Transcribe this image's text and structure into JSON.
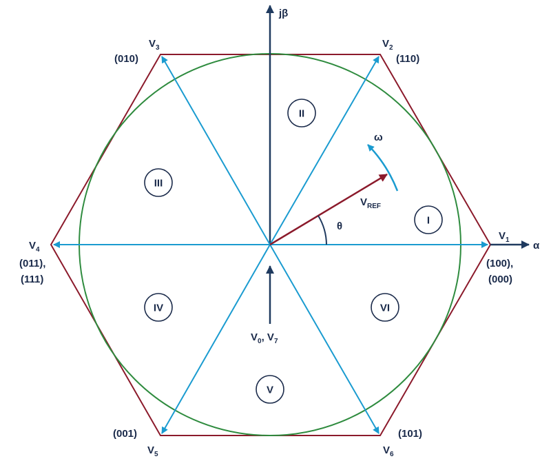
{
  "colors": {
    "hexagon": "#8b1a2b",
    "circle": "#2e8b3e",
    "vectors": "#1a9bd0",
    "axis": "#1f3a5f",
    "reference": "#8b1a2b",
    "text": "#1a2a4a"
  },
  "axes": {
    "beta_label": "jβ",
    "alpha_label": "α"
  },
  "vertices": [
    {
      "main": "V",
      "sub": "1",
      "code": "(100),",
      "code2": "(000)"
    },
    {
      "main": "V",
      "sub": "2",
      "code": "(110)"
    },
    {
      "main": "V",
      "sub": "3",
      "code": "(010)"
    },
    {
      "main": "V",
      "sub": "4",
      "code": "(011),",
      "code2": "(111)"
    },
    {
      "main": "V",
      "sub": "5",
      "code": "(001)"
    },
    {
      "main": "V",
      "sub": "6",
      "code": "(101)"
    }
  ],
  "sectors": [
    "I",
    "II",
    "III",
    "IV",
    "V",
    "VI"
  ],
  "reference": {
    "main": "V",
    "sub": "REF",
    "angle_label": "θ",
    "omega_label": "ω"
  },
  "zero_vectors": {
    "main1": "V",
    "sub1": "0",
    "sep": ", ",
    "main2": "V",
    "sub2": "7"
  }
}
